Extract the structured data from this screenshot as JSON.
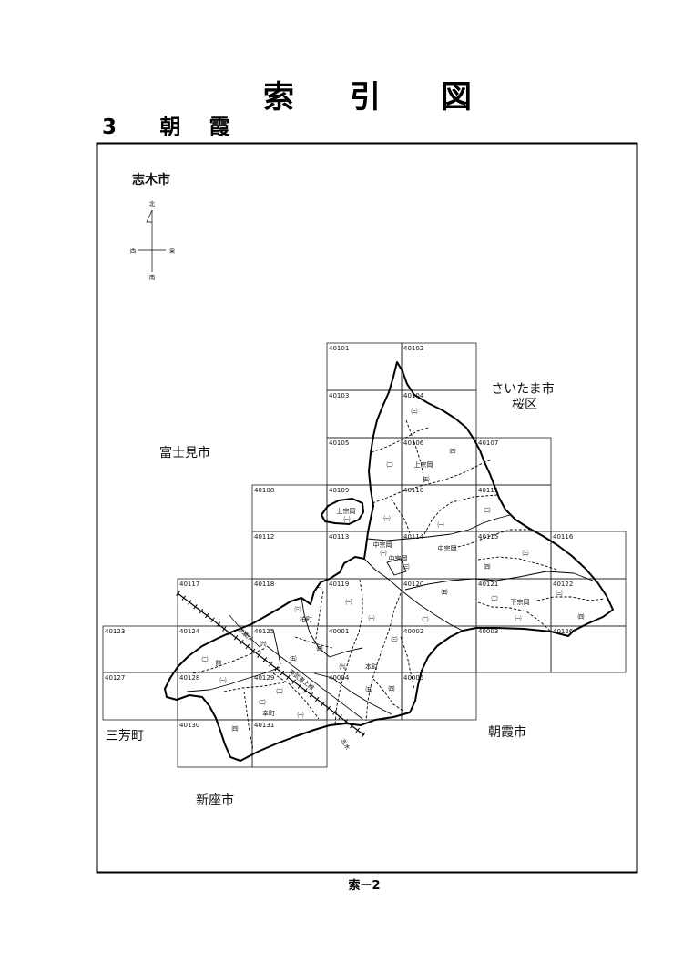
{
  "title": {
    "char_1": "索",
    "char_2": "引",
    "char_3": "図"
  },
  "heading": {
    "number": "3",
    "name_char_1": "朝",
    "name_char_2": "霞"
  },
  "map": {
    "subject_city": "志木市",
    "compass": {
      "north": "北",
      "west": "西",
      "east": "東",
      "south": "南"
    },
    "neighbors": {
      "saitama_city": "さいたま市",
      "sakura_ward": "桜区",
      "fujimi_city": "富士見市",
      "miyoshi_town": "三芳町",
      "asaka_city": "朝霞市",
      "niiza_city": "新座市"
    },
    "sheets": [
      "40101",
      "40102",
      "40103",
      "40104",
      "40105",
      "40106",
      "40107",
      "40108",
      "40109",
      "40110",
      "40111",
      "40112",
      "40113",
      "40114",
      "40115",
      "40116",
      "40117",
      "40118",
      "40119",
      "40120",
      "40121",
      "40122",
      "40123",
      "40124",
      "40125",
      "40001",
      "40002",
      "40003",
      "40126",
      "40127",
      "40128",
      "40129",
      "40004",
      "40005",
      "40130",
      "40131"
    ],
    "town_labels": [
      "㈢",
      "上宗岡",
      "㈣",
      "㈤",
      "㈡",
      "上宗岡",
      "㈠",
      "㈠",
      "㈠",
      "㈡",
      "中宗岡",
      "㈠",
      "中宗岡",
      "㈢",
      "中宗岡",
      "㈢",
      "㈣",
      "㈤",
      "㈡",
      "㈡",
      "下宗岡",
      "㈠",
      "㈢",
      "㈣",
      "㈡",
      "㈢",
      "柏町",
      "㈠",
      "㈠",
      "㈢",
      "㈥",
      "㈤",
      "㈣",
      "㈡",
      "館",
      "㈥",
      "本町",
      "㈤",
      "㈣",
      "㈠",
      "㈡",
      "㈢",
      "幸町",
      "㈠",
      "㈣"
    ],
    "railway_label": "東武東上線",
    "river_label": "柳瀬川",
    "station_label": "志木"
  },
  "footer": {
    "page_number": "索ー2"
  }
}
